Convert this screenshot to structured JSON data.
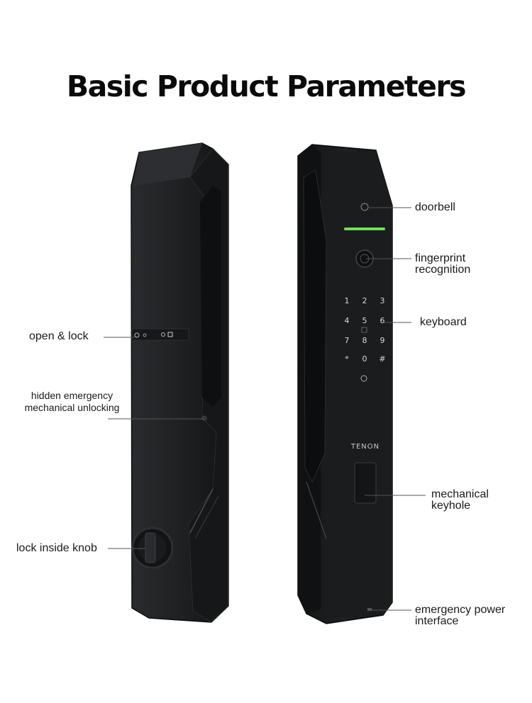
{
  "title": "Basic Product Parameters",
  "brand": "TENON",
  "keypad": [
    "1",
    "2",
    "3",
    "4",
    "5",
    "6",
    "7",
    "8",
    "9",
    "*",
    "0",
    "#"
  ],
  "labels": {
    "open_lock": "open & lock",
    "hidden_emergency_1": "hidden emergency",
    "hidden_emergency_2": "mechanical unlocking",
    "lock_inside_knob": "lock inside knob",
    "doorbell": "doorbell",
    "fingerprint_1": "fingerprint",
    "fingerprint_2": "recognition",
    "keyboard": "keyboard",
    "keyhole_1": "mechanical",
    "keyhole_2": "keyhole",
    "power_1": "emergency power",
    "power_2": "interface"
  },
  "colors": {
    "lock_body": "#1e1f21",
    "lock_edge": "#3a3b3e",
    "indicator": "#6ee05a"
  }
}
